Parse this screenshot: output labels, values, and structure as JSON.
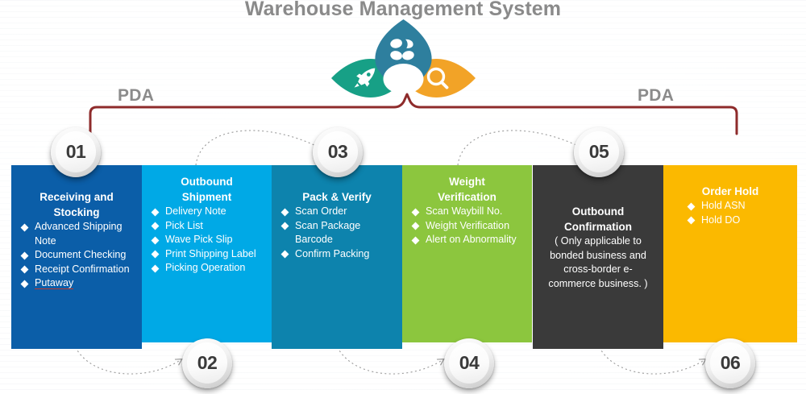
{
  "header": {
    "title": "Warehouse Management System",
    "title_color": "#8a8a8a",
    "logo": {
      "name": "wms-logo",
      "petals": [
        {
          "name": "flower-petal-top",
          "icon": "pinwheel-flower-icon",
          "color": "#2e7f9e"
        },
        {
          "name": "flower-petal-left",
          "icon": "rocket-icon",
          "color": "#17a086"
        },
        {
          "name": "flower-petal-right",
          "icon": "magnifier-icon",
          "color": "#f2a327"
        }
      ]
    }
  },
  "connectors": {
    "pda_left_label": "PDA",
    "pda_right_label": "PDA",
    "bracket_color": "#8e2b2b",
    "arrow_color": "#9a9a9a"
  },
  "steps": [
    {
      "number": "01",
      "title": "Receiving and\nStocking",
      "color": "#0b5ea8",
      "badge_position": "top",
      "items": [
        {
          "text": "Advanced Shipping Note",
          "misspelled": false
        },
        {
          "text": "Document Checking",
          "misspelled": false
        },
        {
          "text": "Receipt Confirmation",
          "misspelled": false
        },
        {
          "text": "Putaway",
          "misspelled": true
        }
      ],
      "note": ""
    },
    {
      "number": "02",
      "title": "Outbound\nShipment",
      "color": "#00a9e6",
      "badge_position": "bottom",
      "items": [
        {
          "text": "Delivery Note",
          "misspelled": false
        },
        {
          "text": "Pick List",
          "misspelled": false
        },
        {
          "text": "Wave Pick Slip",
          "misspelled": false
        },
        {
          "text": "Print Shipping Label",
          "misspelled": false
        },
        {
          "text": "Picking Operation",
          "misspelled": false
        }
      ],
      "note": ""
    },
    {
      "number": "03",
      "title": "Pack & Verify",
      "color": "#0d83ad",
      "badge_position": "top",
      "items": [
        {
          "text": "Scan Order",
          "misspelled": false
        },
        {
          "text": "Scan Package Barcode",
          "misspelled": false
        },
        {
          "text": "Confirm Packing",
          "misspelled": false
        }
      ],
      "note": ""
    },
    {
      "number": "04",
      "title": "Weight\nVerification",
      "color": "#8cc63e",
      "badge_position": "bottom",
      "items": [
        {
          "text": "Scan Waybill No.",
          "misspelled": false
        },
        {
          "text": "Weight Verification",
          "misspelled": false
        },
        {
          "text": "Alert on Abnormality",
          "misspelled": false
        }
      ],
      "note": ""
    },
    {
      "number": "05",
      "title": "Outbound\nConfirmation",
      "color": "#3a3a3a",
      "badge_position": "top",
      "items": [],
      "note": "( Only applicable to bonded business and cross-border e-commerce business. )"
    },
    {
      "number": "06",
      "title": "Order Hold",
      "color": "#fbb900",
      "badge_position": "bottom",
      "items": [
        {
          "text": "Hold ASN",
          "misspelled": false
        },
        {
          "text": "Hold DO",
          "misspelled": false
        }
      ],
      "note": ""
    }
  ]
}
